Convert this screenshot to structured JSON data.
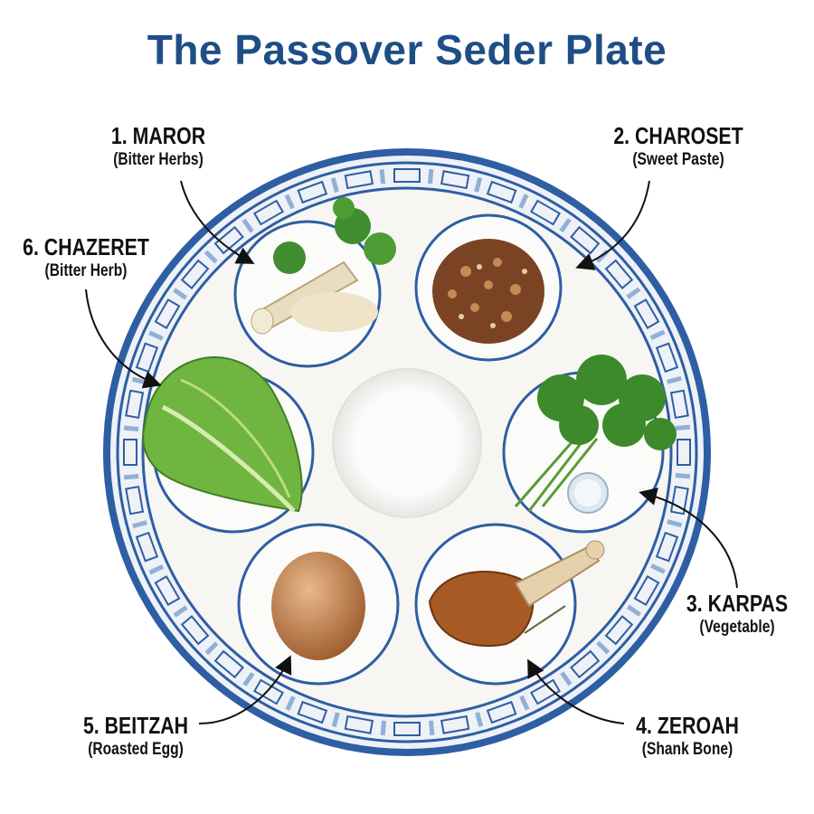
{
  "title": "The Passover Seder Plate",
  "colors": {
    "title": "#1f4e86",
    "rim": "#2e5ea3",
    "plate": "#f7f6f3"
  },
  "items": [
    {
      "name": "1. MAROR",
      "desc": "(Bitter Herbs)",
      "food": "horseradish"
    },
    {
      "name": "2. CHAROSET",
      "desc": "(Sweet Paste)",
      "food": "charoset"
    },
    {
      "name": "3. KARPAS",
      "desc": "(Vegetable)",
      "food": "parsley"
    },
    {
      "name": "4. ZEROAH",
      "desc": "(Shank Bone)",
      "food": "shank-bone"
    },
    {
      "name": "5. BEITZAH",
      "desc": "(Roasted Egg)",
      "food": "egg"
    },
    {
      "name": "6. CHAZERET",
      "desc": "(Bitter Herb)",
      "food": "romaine-lettuce"
    }
  ]
}
